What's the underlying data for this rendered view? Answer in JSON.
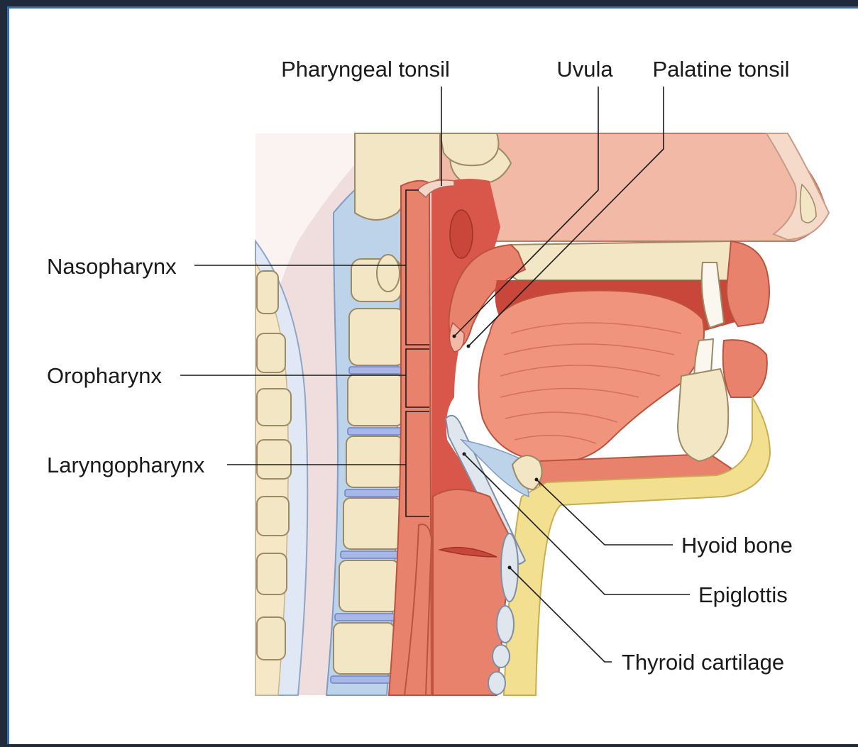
{
  "labels": {
    "pharyngeal_tonsil": "Pharyngeal tonsil",
    "uvula": "Uvula",
    "palatine_tonsil": "Palatine tonsil",
    "nasopharynx": "Nasopharynx",
    "oropharynx": "Oropharynx",
    "laryngopharynx": "Laryngopharynx",
    "hyoid_bone": "Hyoid bone",
    "epiglottis": "Epiglottis",
    "thyroid_cartilage": "Thyroid cartilage"
  },
  "colors": {
    "frame_accent": "#2f6db5",
    "bone": "#f3e6c4",
    "muscle": "#e9826d",
    "mucosa": "#f2b9a6",
    "airway": "#d9574a",
    "cartilage": "#dfe6ee",
    "disc": "#a9b7e6",
    "fascia_blue": "#bcd3ea",
    "skin": "#f5d9c9",
    "fat": "#f2df8f"
  }
}
